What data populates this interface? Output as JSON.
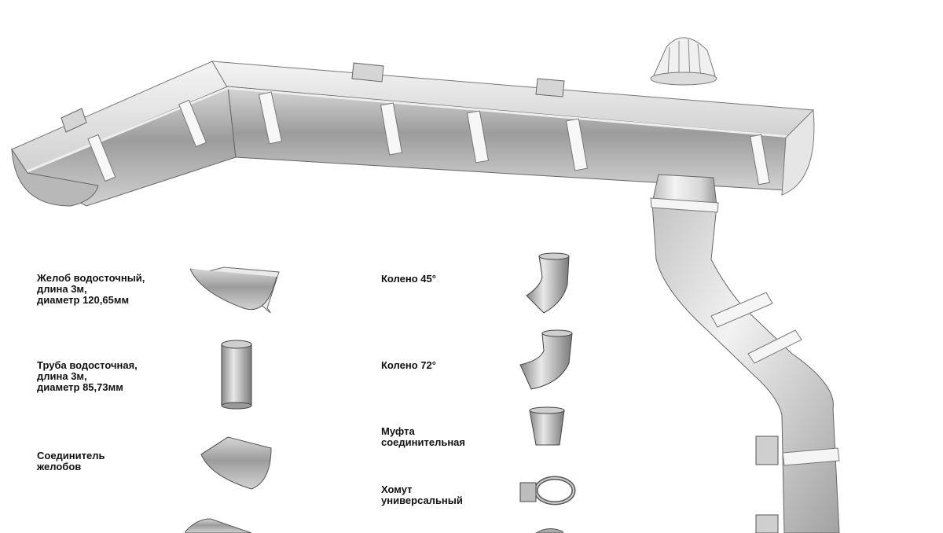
{
  "labels": {
    "gutter": "Желоб водосточный,\nдлина 3м,\nдиаметр 120,65мм",
    "pipe": "Труба водосточная,\nдлина 3м,\nдиаметр 85,73мм",
    "gutter_connector": "Соединитель\nжелобов",
    "elbow_45": "Колено 45°",
    "elbow_72": "Колено 72°",
    "coupling": "Муфта\nсоединительная",
    "clamp": "Хомут\nуниверсальный"
  },
  "colors": {
    "metal_light": "#f2f2f2",
    "metal_mid": "#c9c9c9",
    "metal_dark": "#8a8a8a",
    "outline": "#555555"
  }
}
